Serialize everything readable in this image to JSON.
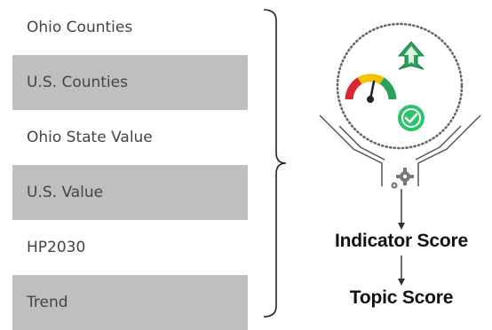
{
  "sources": [
    {
      "label": "Ohio Counties",
      "shaded": false
    },
    {
      "label": "U.S. Counties",
      "shaded": true
    },
    {
      "label": "Ohio State Value",
      "shaded": false
    },
    {
      "label": "U.S. Value",
      "shaded": true
    },
    {
      "label": "HP2030",
      "shaded": false
    },
    {
      "label": "Trend",
      "shaded": true
    }
  ],
  "outputs": {
    "indicator_score": "Indicator Score",
    "topic_score": "Topic Score"
  },
  "icons": [
    "gauge-icon",
    "up-arrow-icon",
    "checkmark-icon",
    "gear-icon"
  ],
  "colors": {
    "row_shade": "#bfbfbf",
    "arrow_green": "#2aa35a",
    "check_green": "#2cc46a",
    "gauge_red": "#d7282f",
    "gauge_yellow": "#f2c200",
    "gauge_green": "#2aa35a"
  }
}
